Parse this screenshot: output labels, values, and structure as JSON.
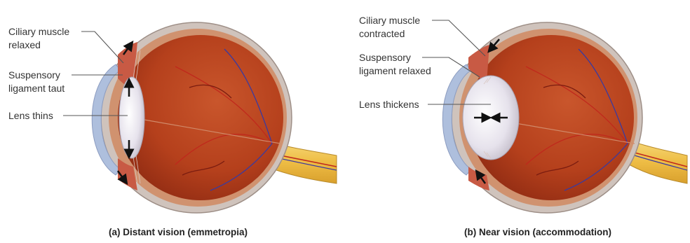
{
  "panels": [
    {
      "caption": "(a) Distant vision (emmetropia)",
      "labels": {
        "ciliary_line1": "Ciliary muscle",
        "ciliary_line2": "relaxed",
        "suspensory_line1": "Suspensory",
        "suspensory_line2": "ligament taut",
        "lens": "Lens thins"
      }
    },
    {
      "caption": "(b) Near vision (accommodation)",
      "labels": {
        "ciliary_line1": "Ciliary muscle",
        "ciliary_line2": "contracted",
        "suspensory_line1": "Suspensory",
        "suspensory_line2": "ligament relaxed",
        "lens": "Lens thickens"
      }
    }
  ],
  "colors": {
    "sclera": "#cfc3bc",
    "choroid": "#d0926f",
    "vitreous": "#b5401c",
    "vitreous_dark": "#8e2a12",
    "lens": "#e8e4ee",
    "cornea": "#aebfdd",
    "ciliary": "#c85a44",
    "vessel_red": "#c0281c",
    "vessel_blue": "#3a3aa0",
    "optic_nerve": "#f1c75a",
    "arrow": "#111111"
  }
}
